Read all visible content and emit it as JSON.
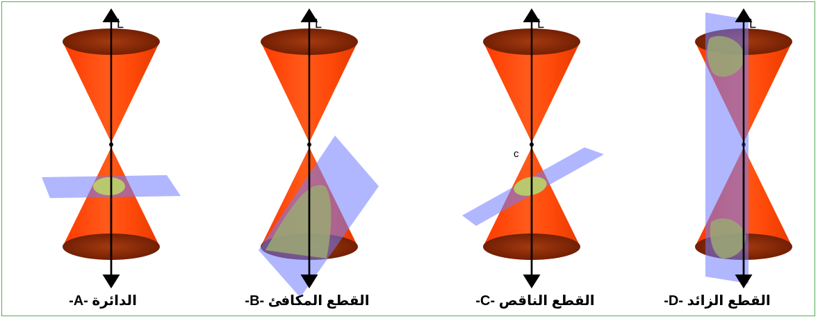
{
  "axis_label": "L",
  "vertex_label": "c",
  "colors": {
    "cone": "#ff4500",
    "cone_rim": "#8b2500",
    "plane": "#6f7bff",
    "section": "#b9c86c",
    "frame": "#4caf50"
  },
  "panels": [
    {
      "id": "A",
      "caption": "-A- الدائرة",
      "section": "circle"
    },
    {
      "id": "B",
      "caption": "-B- القطع المكافئ",
      "section": "parabola"
    },
    {
      "id": "C",
      "caption": "-C- القطع الناقص",
      "section": "ellipse"
    },
    {
      "id": "D",
      "caption": "-D- القطع الزائد",
      "section": "hyperbola"
    }
  ]
}
